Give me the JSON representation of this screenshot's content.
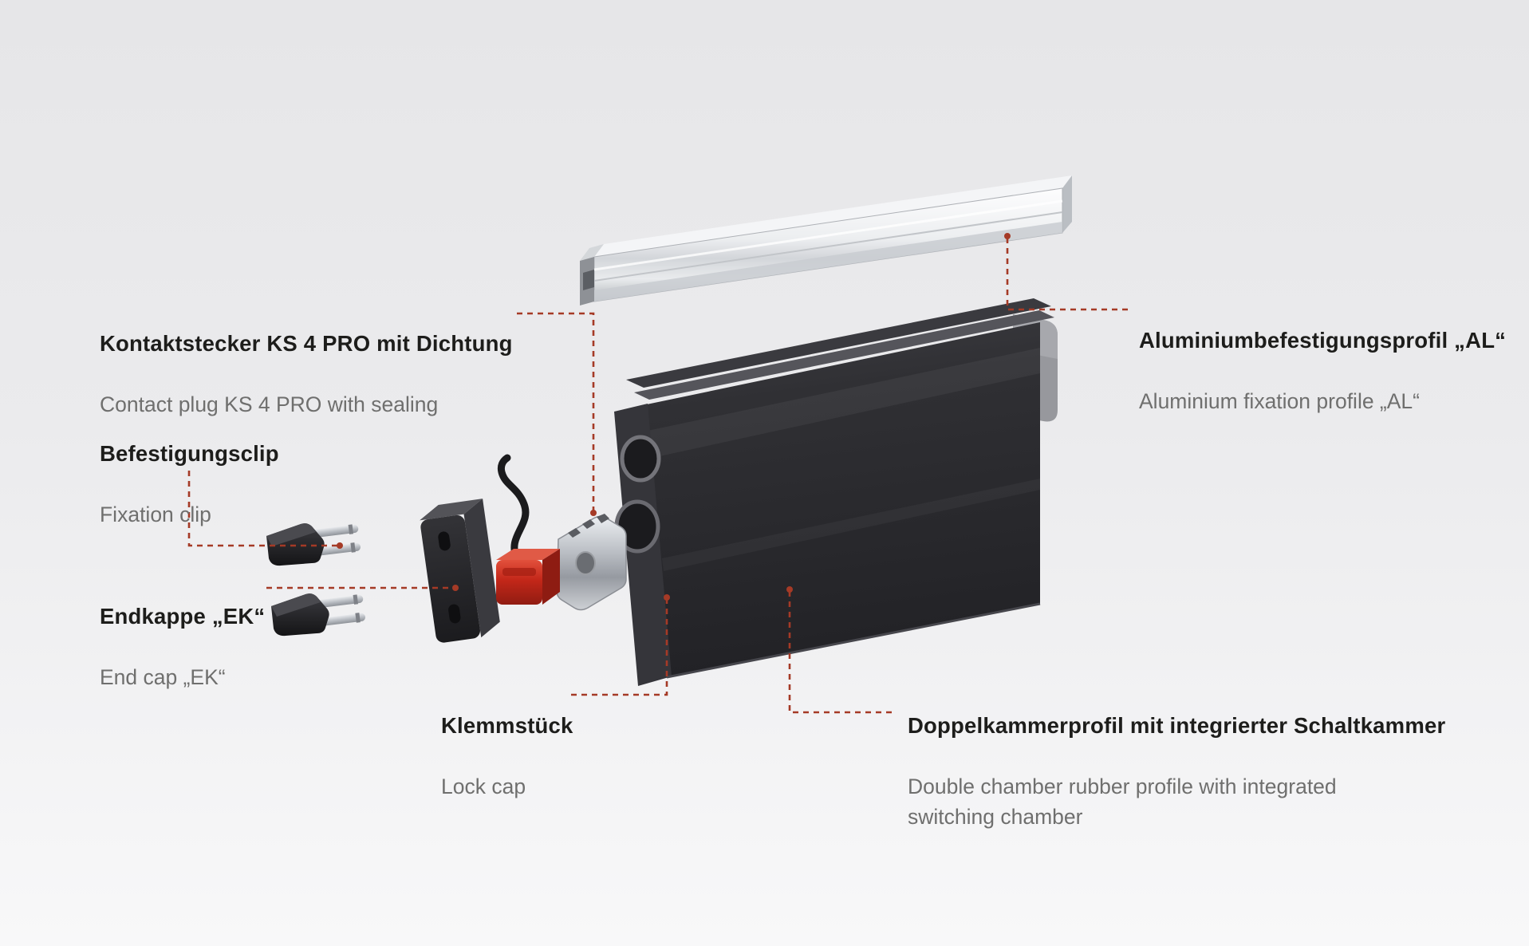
{
  "colors": {
    "background_top": "#e6e6e8",
    "background_bottom": "#f8f8f9",
    "label_text": "#1d1d1b",
    "label_subtext": "#6f6f6e",
    "leader_line": "#a53a26",
    "plug_red": "#c32719",
    "rubber_dark": "#2a2a2e",
    "aluminium_light": "#e9ebed"
  },
  "labels": {
    "contact_plug": {
      "de": "Kontaktstecker KS 4 PRO mit Dichtung",
      "en": "Contact plug KS 4 PRO with sealing"
    },
    "fixation_clip": {
      "de": "Befestigungsclip",
      "en": "Fixation clip"
    },
    "end_cap": {
      "de": "Endkappe „EK“",
      "en": "End cap „EK“"
    },
    "lock_cap": {
      "de": "Klemmstück",
      "en": "Lock cap"
    },
    "rubber_profile": {
      "de": "Doppelkammerprofil mit integrierter Schaltkammer",
      "en": "Double chamber rubber profile with integrated\nswitching chamber"
    },
    "aluminium_profile": {
      "de": "Aluminiumbefestigungsprofil „AL“",
      "en": "Aluminium fixation profile „AL“"
    }
  },
  "parts": [
    "aluminium-fixation-profile",
    "double-chamber-rubber-profile",
    "end-cap",
    "fixation-clip",
    "fixation-clip",
    "contact-plug-with-cable",
    "lock-cap"
  ]
}
